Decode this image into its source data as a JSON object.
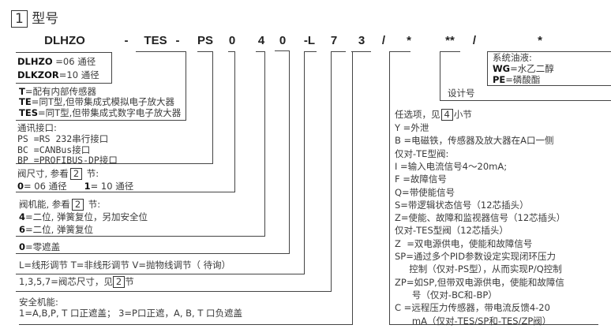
{
  "title": {
    "number": "1",
    "text": "型号"
  },
  "code": [
    "DLHZO",
    "-",
    "TES",
    "-",
    "PS",
    "0",
    "4",
    "0",
    "-L",
    "7",
    "3",
    "/",
    "*",
    "**",
    "/",
    "*"
  ],
  "model": {
    "l1k": "DLHZO",
    "l1v": " =06 通径",
    "l2k": "DLKZOR",
    "l2v": "=10 通径"
  },
  "sensor": [
    {
      "k": "T",
      "v": "=配有内部传感器"
    },
    {
      "k": "TE",
      "v": "=同T型,但带集成式模拟电子放大器"
    },
    {
      "k": "TES",
      "v": "=同T型,但带集成式数字电子放大器"
    }
  ],
  "comm": {
    "title": "通讯接口:",
    "items": [
      "PS =RS 232串行接口",
      "BC =CANBus接口",
      "BP =PROFIBUS-DP接口"
    ]
  },
  "size": {
    "pre": "阀尺寸, 参看",
    "box": "2",
    "post": " 节:",
    "l2k0": "0",
    "l2v0": "= 06 通径",
    "l2k1": "1",
    "l2v1": "=  10 通径"
  },
  "func": {
    "pre": "阀机能, 参看",
    "box": "2",
    "post": " 节:",
    "items": [
      {
        "k": "4",
        "v": "=二位, 弹簧复位，另加安全位"
      },
      {
        "k": "6",
        "v": "=二位, 弹簧复位"
      }
    ]
  },
  "overlap": {
    "k": "0",
    "v": "=零遮盖"
  },
  "reg": "L=线形调节   T=非线形调节 V=抛物线调节（ 待询）",
  "spool": {
    "pre": "1,3,5,7=阀芯尺寸，见",
    "box": "2",
    "post": "节"
  },
  "safety": {
    "title": "安全机能:",
    "text": "1=A,B,P, T  口正遮盖；  3=P口正遮，A, B, T 口负遮盖"
  },
  "options": {
    "pre": "任选项，见",
    "box": "4",
    "post": "小节",
    "lines": [
      "Y =外泄",
      "B =电磁铁，传感器及放大器在A口一侧",
      "仅对-TE型阀:",
      "I =输入电流信号4～20mA;",
      "F =故障信号",
      "Q=带使能信号",
      "S=带逻辑状态信号（12芯插头）",
      "Z=使能、故障和监视器信号（12芯插头）",
      "仅对-TES型阀（12芯插头）",
      "Z  =双电源供电，使能和故障信号",
      "SP=通过多个PID参数设定实现闭环压力",
      "     控制（仅对-PS型），从而实现P/Q控制",
      "ZP=如SP,但带双电源供电，使能和故障信",
      "      号（仅对-BC和-BP）",
      "C =远程压力传感器，带电流反馈4-20",
      "      mA（仅对-TES/SP和-TES/ZP阀）"
    ]
  },
  "design": "设计号",
  "oil": {
    "title": "系统油液:",
    "items": [
      {
        "k": "WG",
        "v": "=水乙二醇"
      },
      {
        "k": "PE",
        "v": "=磷酸酯"
      }
    ]
  }
}
